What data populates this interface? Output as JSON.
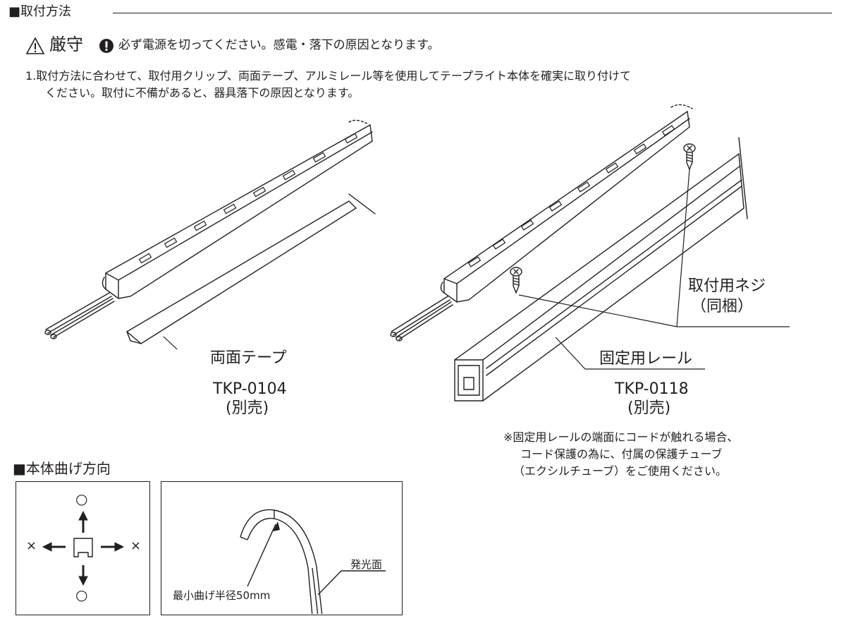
{
  "section1": {
    "heading": "■取付方法",
    "warning": {
      "label": "厳守",
      "text": "必ず電源を切ってください。感電・落下の原因となります。"
    },
    "instruction_line1": "1.取付方法に合わせて、取付用クリップ、両面テープ、アルミレール等を使用してテープライト本体を確実に取り付けて",
    "instruction_line2": "ください。取付に不備があると、器具落下の原因となります。"
  },
  "tape": {
    "name": "両面テープ",
    "code": "TKP-0104",
    "note": "(別売)"
  },
  "rail": {
    "name": "固定用レール",
    "code": "TKP-0118",
    "note": "(別売)",
    "screw_label": "取付用ネジ",
    "screw_note": "（同梱）",
    "caution_line1": "※固定用レールの端面にコードが触れる場合、",
    "caution_line2": "コード保護の為に、付属の保護チューブ",
    "caution_line3": "（エクシルチューブ）をご使用ください。"
  },
  "section2": {
    "heading": "■本体曲げ方向",
    "ok_mark": "○",
    "ng_mark": "×",
    "radius_label": "最小曲げ半径50mm",
    "emit_label": "発光面"
  },
  "icons": {
    "warning": "warning-triangle-icon",
    "prohibit": "exclamation-circle-icon"
  }
}
